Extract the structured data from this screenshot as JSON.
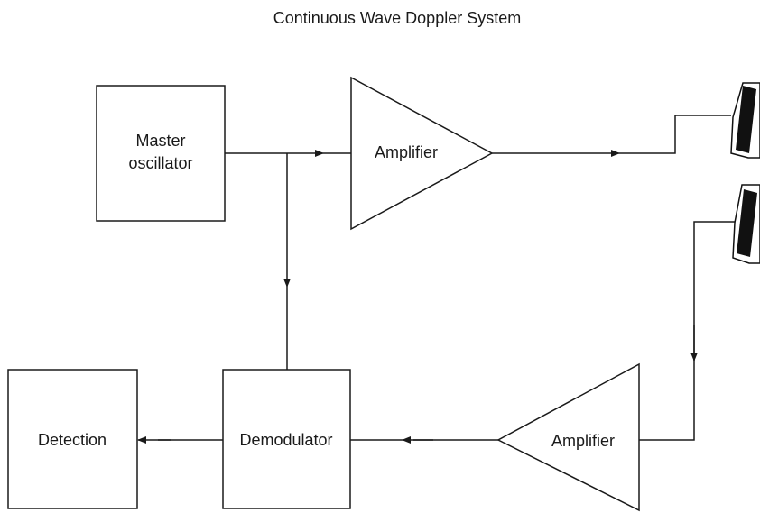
{
  "title": "Continuous Wave Doppler System",
  "blocks": {
    "master_oscillator": {
      "line1": "Master",
      "line2": "oscillator"
    },
    "amplifier_tx": {
      "label": "Amplifier"
    },
    "amplifier_rx": {
      "label": "Amplifier"
    },
    "demodulator": {
      "label": "Demodulator"
    },
    "detection": {
      "label": "Detection"
    }
  },
  "colors": {
    "line": "#1a1a1a",
    "transducer": "#111111",
    "background": "#ffffff"
  }
}
